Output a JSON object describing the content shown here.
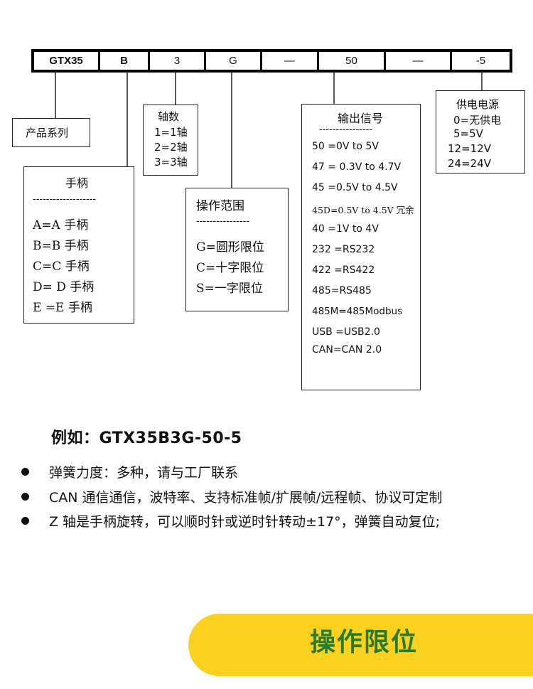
{
  "code": [
    "GTX35",
    "B",
    "3",
    "G",
    "—",
    "50",
    "—",
    "-5"
  ],
  "series_label": "产品系列",
  "handle": {
    "title": "手柄",
    "divider": "-------------------",
    "items": [
      "A=A 手柄",
      "B=B 手柄",
      "C=C 手柄",
      "D= D 手柄",
      "E =E 手柄"
    ]
  },
  "axis": {
    "title": "轴数",
    "items": [
      "1=1轴",
      "2=2轴",
      "3=3轴"
    ]
  },
  "range": {
    "title": "操作范围",
    "divider": "----------------",
    "items": [
      "G=圆形限位",
      "C=十字限位",
      "S=一字限位"
    ]
  },
  "output": {
    "title": "输出信号",
    "divider": "----------------",
    "items": [
      "50 =0V to 5V",
      "47 = 0.3V to 4.7V",
      "45 =0.5V to 4.5V",
      "45D=0.5V to 4.5V 冗余",
      "40 =1V to 4V",
      "232 =RS232",
      "422 =RS422",
      "485=RS485",
      "485M=485Modbus",
      "USB =USB2.0",
      "CAN=CAN 2.0"
    ]
  },
  "power": {
    "title": "供电电源",
    "items": [
      "0=无供电",
      "5=5V",
      "12=12V",
      "24=24V"
    ]
  },
  "example": "例如：GTX35B3G-50-5",
  "bullets": [
    "弹簧力度：多种，请与工厂联系",
    "CAN 通信通信，波特率、支持标准帧/扩展帧/远程帧、协议可定制",
    "Z 轴是手柄旋转，可以顺时针或逆时针转动±17°，弹簧自动复位;"
  ],
  "banner": "操作限位"
}
